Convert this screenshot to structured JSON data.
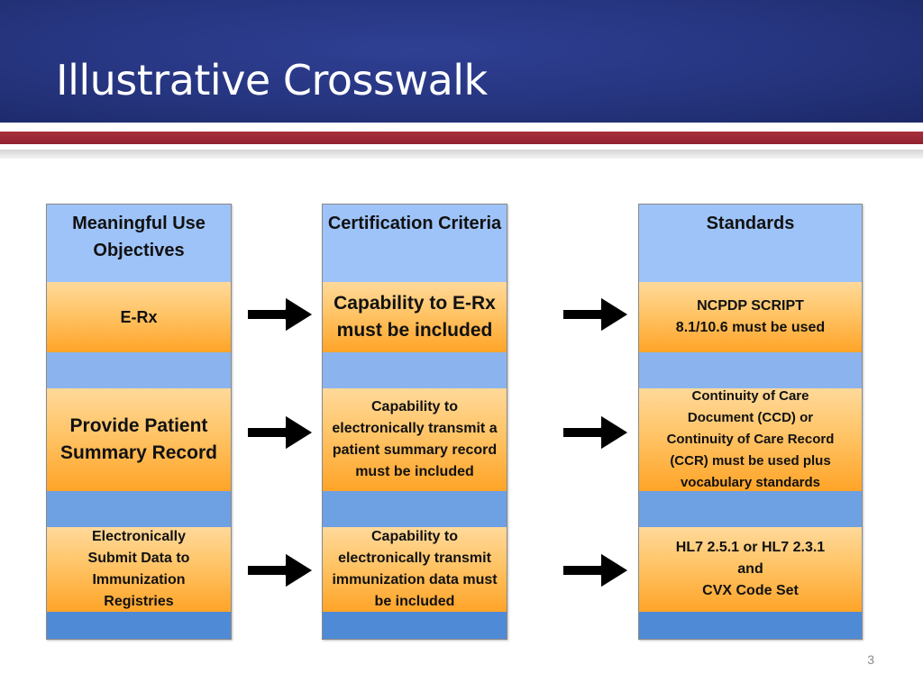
{
  "slide": {
    "title": "Illustrative Crosswalk",
    "page_number": "3"
  },
  "columns": [
    {
      "header": "Meaningful Use\nObjectives",
      "cells": [
        "E-Rx",
        "Provide Patient\nSummary Record",
        "Electronically\nSubmit Data to\nImmunization\nRegistries"
      ]
    },
    {
      "header": "Certification Criteria",
      "cells": [
        "Capability to E-Rx\nmust be included",
        "Capability to\nelectronically transmit a\npatient summary record\nmust be included",
        "Capability to\nelectronically transmit\nimmunization data must\nbe included"
      ]
    },
    {
      "header": "Standards",
      "cells": [
        "NCPDP SCRIPT\n8.1/10.6 must be used",
        "Continuity of Care\nDocument (CCD) or\nContinuity of Care Record\n(CCR) must be used plus\nvocabulary standards",
        "HL7 2.5.1 or HL7 2.3.1\nand\nCVX Code Set"
      ]
    }
  ],
  "colors": {
    "title_bar": "#26357f",
    "accent_stripe": "#9c2a37",
    "cell_orange": "#ffb347",
    "band_blue": "#9ec3f8"
  },
  "icons": {
    "arrow": "right-arrow-icon"
  }
}
